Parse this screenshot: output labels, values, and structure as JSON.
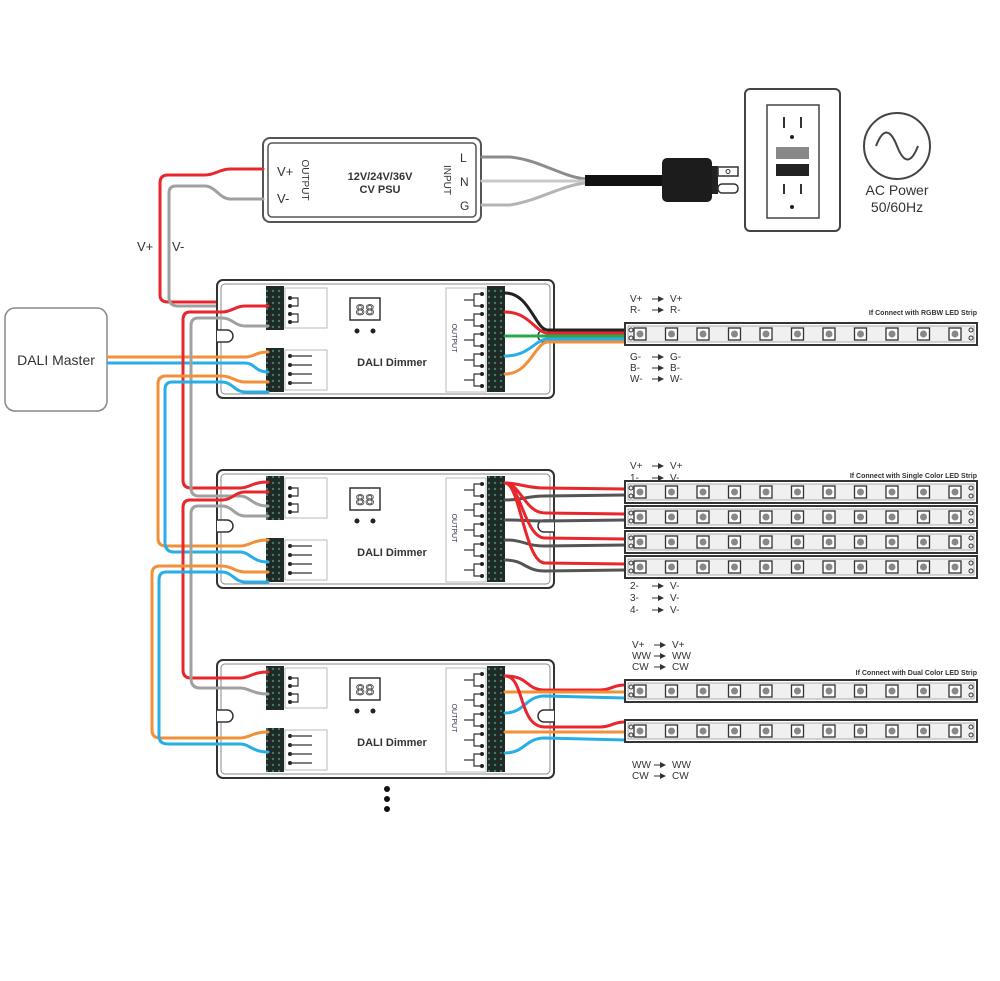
{
  "psu": {
    "title_line1": "12V/24V/36V",
    "title_line2": "CV PSU",
    "output_label": "OUTPUT",
    "input_label": "INPUT",
    "out_vplus": "V+",
    "out_vminus": "V-",
    "in_l": "L",
    "in_n": "N",
    "in_g": "G"
  },
  "ac_power": {
    "line1": "AC Power",
    "line2": "50/60Hz",
    "icon": "sine-wave-icon"
  },
  "bus_labels": {
    "vplus": "V+",
    "vminus": "V-"
  },
  "dali_master": {
    "label": "DALI Master"
  },
  "dimmers": [
    {
      "label": "DALI Dimmer",
      "output_label": "OUTPUT",
      "display": "88"
    },
    {
      "label": "DALI Dimmer",
      "output_label": "OUTPUT",
      "display": "88"
    },
    {
      "label": "DALI Dimmer",
      "output_label": "OUTPUT",
      "display": "88"
    }
  ],
  "continuation": "⋮",
  "colors": {
    "red": "#e8262c",
    "gray": "#a0a0a0",
    "orange": "#f2903a",
    "blue": "#27aee6",
    "green": "#27a84a",
    "black": "#222222"
  },
  "strips": {
    "rgbw": {
      "title": "If Connect with RGBW LED Strip",
      "top_map": [
        {
          "from": "V+",
          "to": "V+"
        },
        {
          "from": "R-",
          "to": "R-"
        }
      ],
      "bottom_map": [
        {
          "from": "G-",
          "to": "G-"
        },
        {
          "from": "B-",
          "to": "B-"
        },
        {
          "from": "W-",
          "to": "W-"
        }
      ],
      "count": 1
    },
    "single": {
      "title": "If Connect with Single Color LED Strip",
      "top_map": [
        {
          "from": "V+",
          "to": "V+"
        },
        {
          "from": "1-",
          "to": "V-"
        }
      ],
      "bottom_map": [
        {
          "from": "2-",
          "to": "V-"
        },
        {
          "from": "3-",
          "to": "V-"
        },
        {
          "from": "4-",
          "to": "V-"
        }
      ],
      "count": 4
    },
    "dual": {
      "title": "If Connect with Dual Color LED Strip",
      "top_map": [
        {
          "from": "V+",
          "to": "V+"
        },
        {
          "from": "WW",
          "to": "WW"
        },
        {
          "from": "CW",
          "to": "CW"
        }
      ],
      "bottom_map": [
        {
          "from": "WW",
          "to": "WW"
        },
        {
          "from": "CW",
          "to": "CW"
        }
      ],
      "count": 2
    }
  }
}
